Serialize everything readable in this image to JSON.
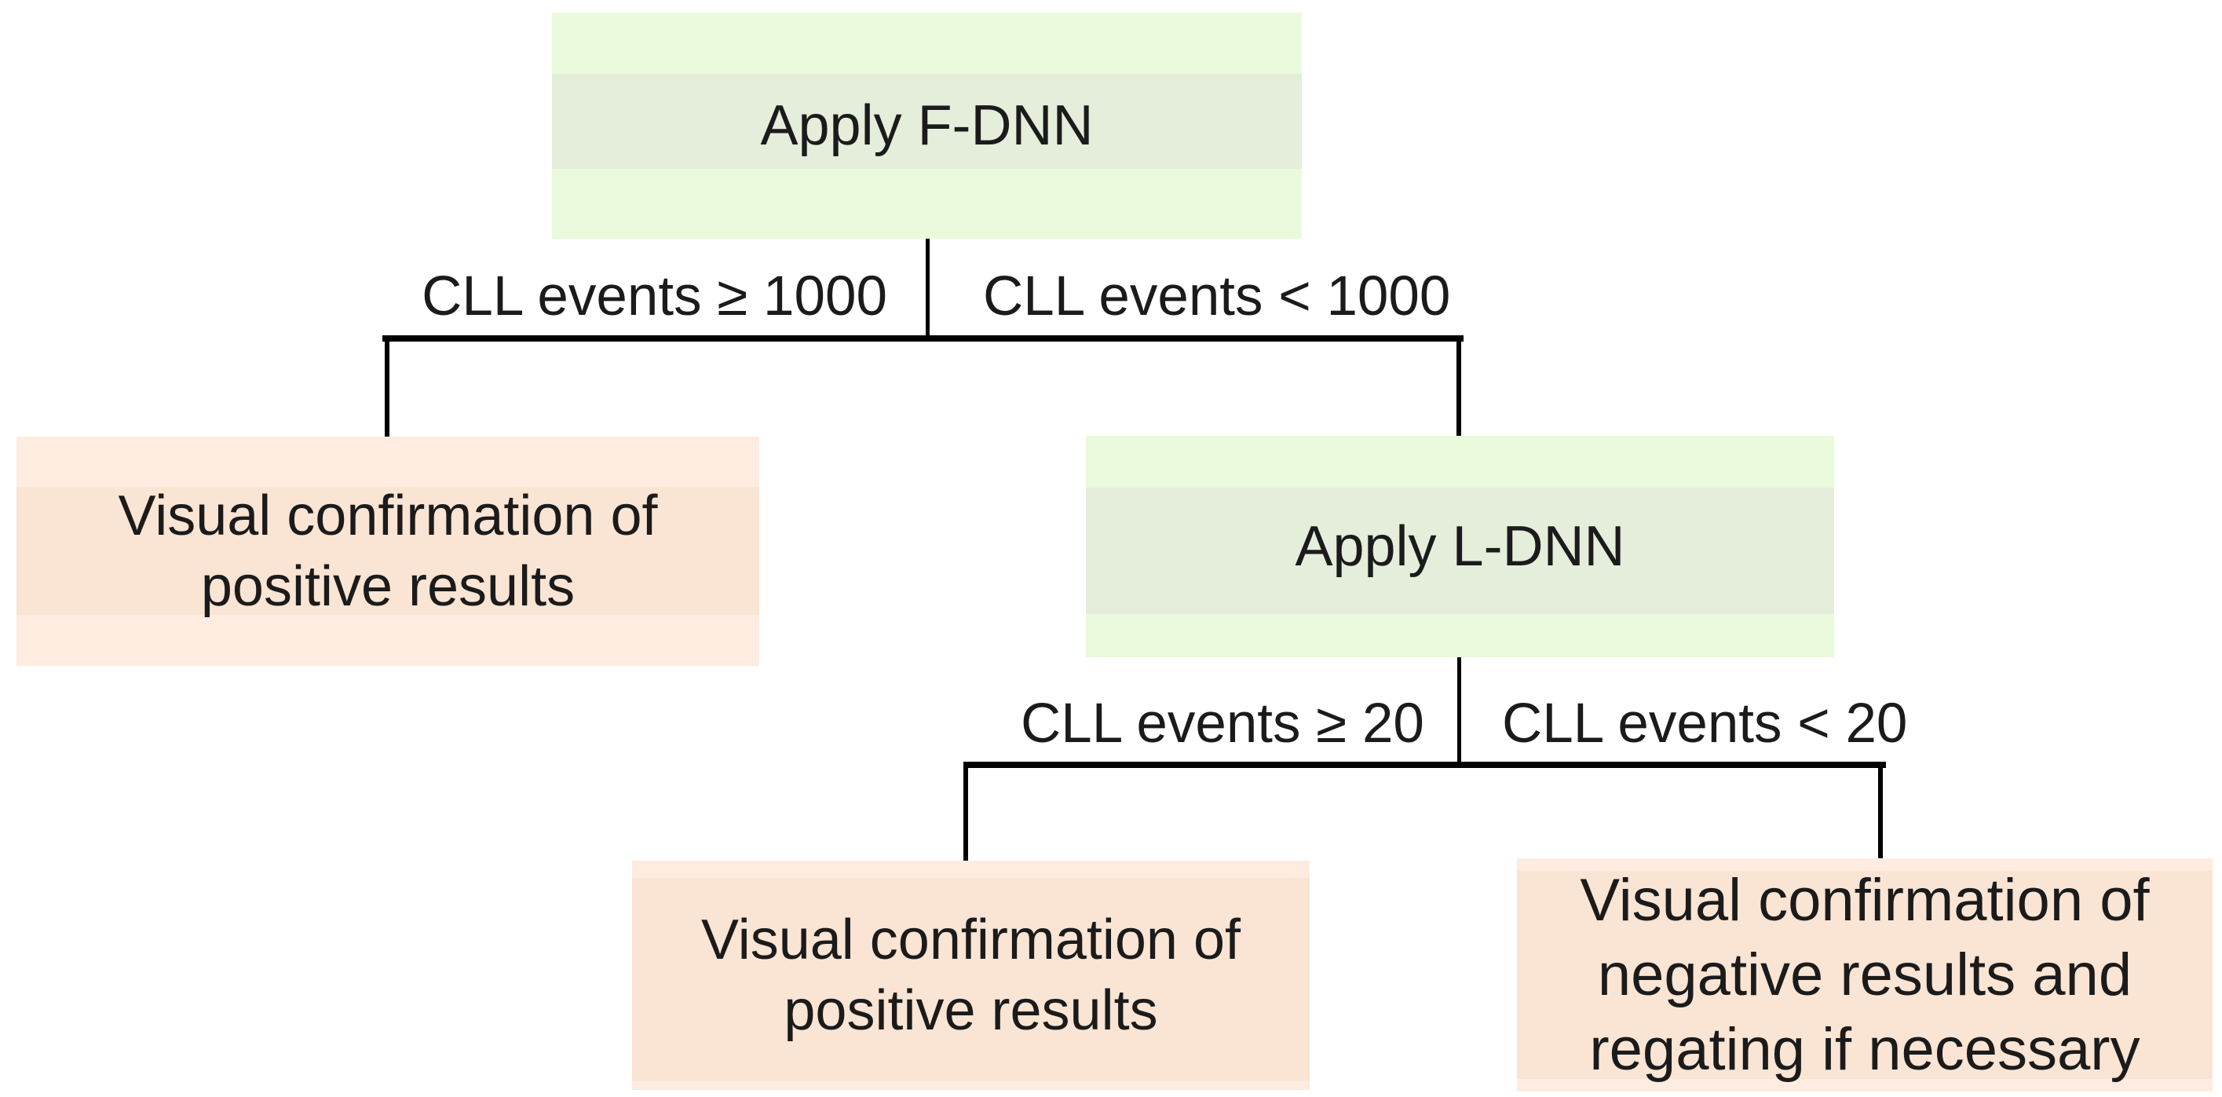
{
  "diagram": {
    "type": "flowchart",
    "colors": {
      "green_light": "#eafadd",
      "green_mid": "#e4eedb",
      "peach_light": "#fdecdf",
      "peach_mid": "#fae4d4",
      "line": "#000000",
      "text": "#1b1b1b",
      "background": "#ffffff"
    },
    "nodes": {
      "root": {
        "text": "Apply F-DNN",
        "kind": "process"
      },
      "result_left": {
        "text": "Visual confirmation of\npositive results",
        "kind": "result"
      },
      "ldnn": {
        "text": "Apply L-DNN",
        "kind": "process"
      },
      "result_bottom_left": {
        "text": "Visual confirmation of\npositive results",
        "kind": "result"
      },
      "result_bottom_right": {
        "text": "Visual confirmation of\nnegative results and\nregating if necessary",
        "kind": "result"
      }
    },
    "branch_labels": {
      "l1_left": "CLL events ≥ 1000",
      "l1_right": "CLL events < 1000",
      "l2_left": "CLL events ≥ 20",
      "l2_right": "CLL events < 20"
    },
    "edges": [
      {
        "from": "Apply F-DNN",
        "to": "Visual confirmation of positive results",
        "condition": "CLL events ≥ 1000"
      },
      {
        "from": "Apply F-DNN",
        "to": "Apply L-DNN",
        "condition": "CLL events < 1000"
      },
      {
        "from": "Apply L-DNN",
        "to": "Visual confirmation of positive results",
        "condition": "CLL events ≥ 20"
      },
      {
        "from": "Apply L-DNN",
        "to": "Visual confirmation of negative results and regating if necessary",
        "condition": "CLL events < 20"
      }
    ]
  }
}
